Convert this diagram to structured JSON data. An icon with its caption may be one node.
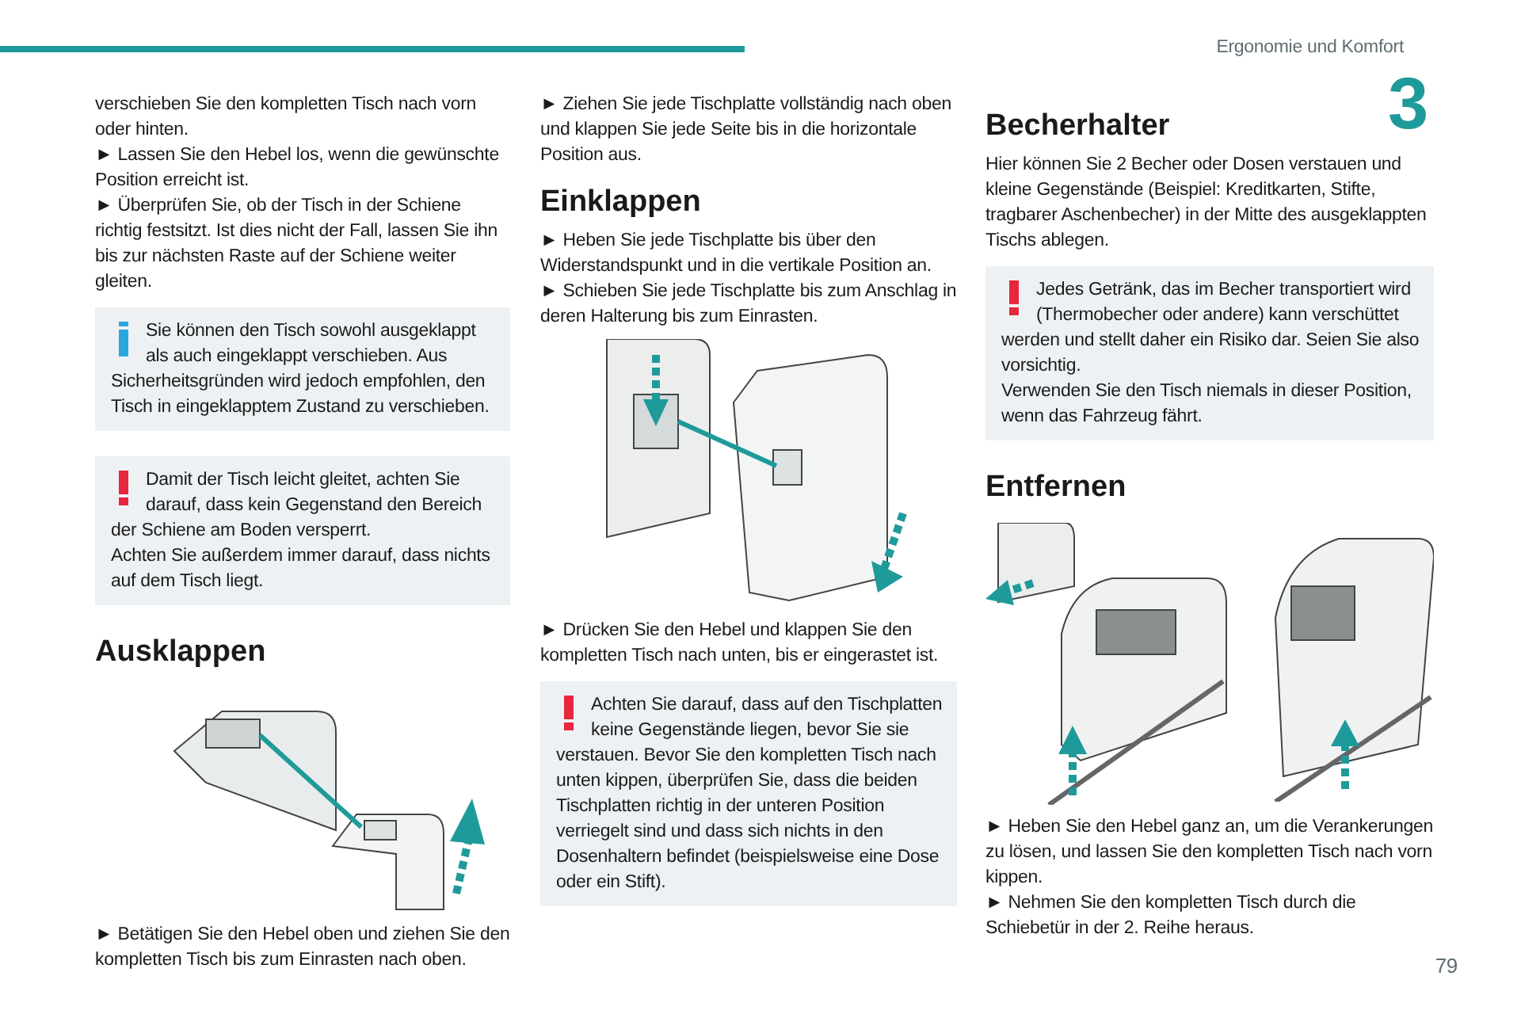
{
  "diagram": {
    "nodes": [
      {
        "text": [
          "Sie können den Tisch sowohl ausgeklappt als auch eingeklappt verschieben. Aus Sicherheitsgründen wird jedoch empfohlen, den Tisch in eingeklapptem Zustand zu verschieben."
        ]
      },
      {
        "text": [
          "Damit der Tisch leicht gleitet, achten Sie darauf, dass kein Gegenstand den Bereich der Schiene am Boden versperrt.",
          "Achten Sie außerdem immer darauf, dass nichts auf dem Tisch liegt."
        ]
      },
      {
        "text": [
          "Achten Sie darauf, dass auf den Tischplatten keine Gegenstände liegen, bevor Sie sie verstauen. Bevor Sie den kompletten Tisch nach unten kippen, überprüfen Sie, dass die beiden Tischplatten richtig in der unteren Position verriegelt sind und dass sich nichts in den Dosenhaltern befindet (beispielsweise eine Dose oder ein Stift)."
        ]
      },
      {
        "text": [
          "Jedes Getränk, das im Becher transportiert wird (Thermobecher oder andere) kann verschüttet werden und stellt daher ein Risiko dar. Seien Sie also vorsichtig.",
          "Verwenden Sie den Tisch niemals in dieser Position, wenn das Fahrzeug fährt."
        ]
      }
    ],
    "labels": [
      "Ergonomie und Komfort",
      "3",
      "verschieben Sie den kompletten Tisch nach vorn oder hinten.",
      "► Lassen Sie den Hebel los, wenn die gewünschte Position erreicht ist.",
      "► Überprüfen Sie, ob der Tisch in der Schiene richtig festsitzt. Ist dies nicht der Fall, lassen Sie ihn bis zur nächsten Raste auf der Schiene weiter gleiten.",
      "Ausklappen",
      "► Betätigen Sie den Hebel oben und ziehen Sie den kompletten Tisch bis zum Einrasten nach oben.",
      "► Ziehen Sie jede Tischplatte vollständig nach oben und klappen Sie jede Seite bis in die horizontale Position aus.",
      "Einklappen",
      "► Heben Sie jede Tischplatte bis über den Widerstandspunkt und in die vertikale Position an.",
      "► Schieben Sie jede Tischplatte bis zum Anschlag in deren Halterung bis zum Einrasten.",
      "► Drücken Sie den Hebel und klappen Sie den kompletten Tisch nach unten, bis er eingerastet ist.",
      "Becherhalter",
      "Hier können Sie 2 Becher oder Dosen verstauen und kleine Gegenstände (Beispiel: Kreditkarten, Stifte, tragbarer Aschenbecher) in der Mitte des ausgeklappten Tischs ablegen.",
      "Entfernen",
      "► Heben Sie den Hebel ganz an, um die Verankerungen zu lösen, und lassen Sie den kompletten Tisch nach vorn kippen.",
      "► Nehmen Sie den kompletten Tisch durch die Schiebetür in der 2. Reihe heraus.",
      "79"
    ]
  }
}
